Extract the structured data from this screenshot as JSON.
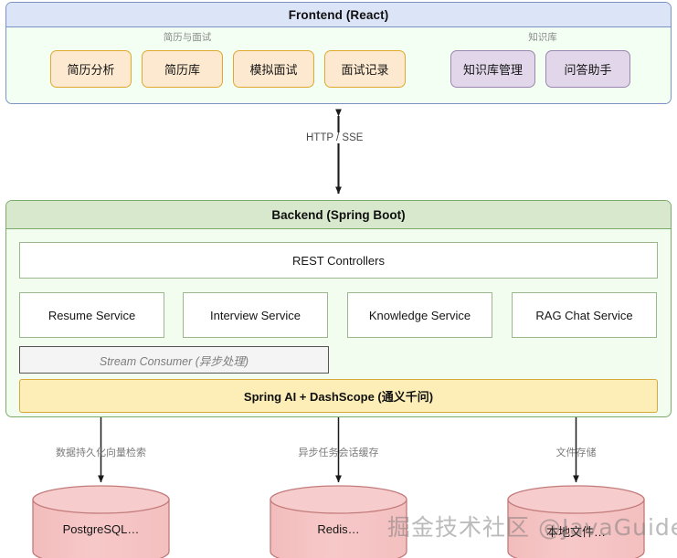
{
  "diagram": {
    "frontend": {
      "title": "Frontend (React)",
      "groups": [
        {
          "label": "简历与面试"
        },
        {
          "label": "知识库"
        }
      ],
      "resume_chips": [
        {
          "label": "简历分析"
        },
        {
          "label": "简历库"
        },
        {
          "label": "模拟面试"
        },
        {
          "label": "面试记录"
        }
      ],
      "knowledge_chips": [
        {
          "label": "知识库管理"
        },
        {
          "label": "问答助手"
        }
      ]
    },
    "connector": {
      "label": "HTTP / SSE"
    },
    "backend": {
      "title": "Backend (Spring Boot)",
      "controllers": "REST Controllers",
      "services": [
        {
          "label": "Resume Service"
        },
        {
          "label": "Interview Service"
        },
        {
          "label": "Knowledge Service"
        },
        {
          "label": "RAG Chat Service"
        }
      ],
      "stream_consumer": "Stream Consumer (异步处理)",
      "spring_ai": "Spring AI + DashScope (通义千问)"
    },
    "storage": {
      "edges": [
        {
          "label": "数据持久化向量检索"
        },
        {
          "label": "异步任务会话缓存"
        },
        {
          "label": "文件存储"
        }
      ],
      "stores": [
        {
          "label": "PostgreSQL…"
        },
        {
          "label": "Redis…"
        },
        {
          "label": "本地文件…"
        }
      ]
    },
    "watermark": "掘金技术社区 @JavaGuide",
    "colors": {
      "frontend_header": "#dce5f8",
      "frontend_border": "#7b93c4",
      "backend_header": "#d7e8cd",
      "backend_border": "#7aab6a",
      "group_fill": "#f4fff4",
      "chip_orange_fill": "#fde9cf",
      "chip_orange_border": "#e0a92e",
      "chip_purple_fill": "#e2d7ea",
      "chip_purple_border": "#9a86ae",
      "spring_ai_fill": "#fdeeb8",
      "spring_ai_border": "#d8a93a",
      "cylinder_fill": "#f6c6c6",
      "cylinder_border": "#c27b7b",
      "arrow": "#1a1a1a"
    }
  }
}
